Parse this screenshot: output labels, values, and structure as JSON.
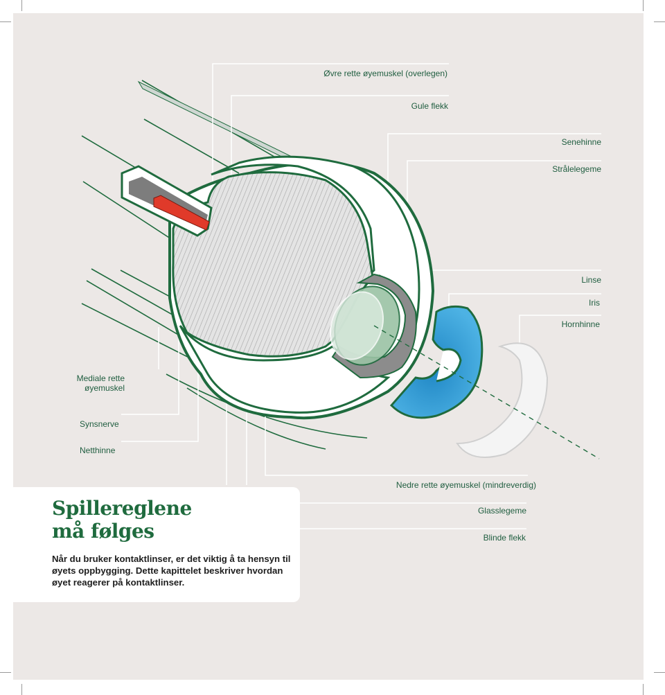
{
  "labels": {
    "ovre_rette": "Øvre rette øyemuskel (overlegen)",
    "gule_flekk": "Gule flekk",
    "senehinne": "Senehinne",
    "stralelegeme": "Strålelegeme",
    "linse": "Linse",
    "iris": "Iris",
    "hornhinne": "Hornhinne",
    "mediale_line1": "Mediale rette",
    "mediale_line2": "øyemuskel",
    "synsnerve": "Synsnerve",
    "netthinne": "Netthinne",
    "nedre_rette": "Nedre rette øyemuskel (mindreverdig)",
    "glasslegeme": "Glasslegeme",
    "blinde_flekk": "Blinde flekk"
  },
  "card": {
    "title_line1": "Spillereglene",
    "title_line2": "må følges",
    "body": "Når du bruker kontaktlinser, er det viktig å ta hensyn til øyets oppbygging. Dette kapittelet beskriver hvordan øyet reagerer på kontaktlinser."
  },
  "colors": {
    "eye_green": "#1f6b3e",
    "iris_blue": "#3a9fd4",
    "optic_red": "#e03a2a",
    "background": "#ece8e6"
  }
}
